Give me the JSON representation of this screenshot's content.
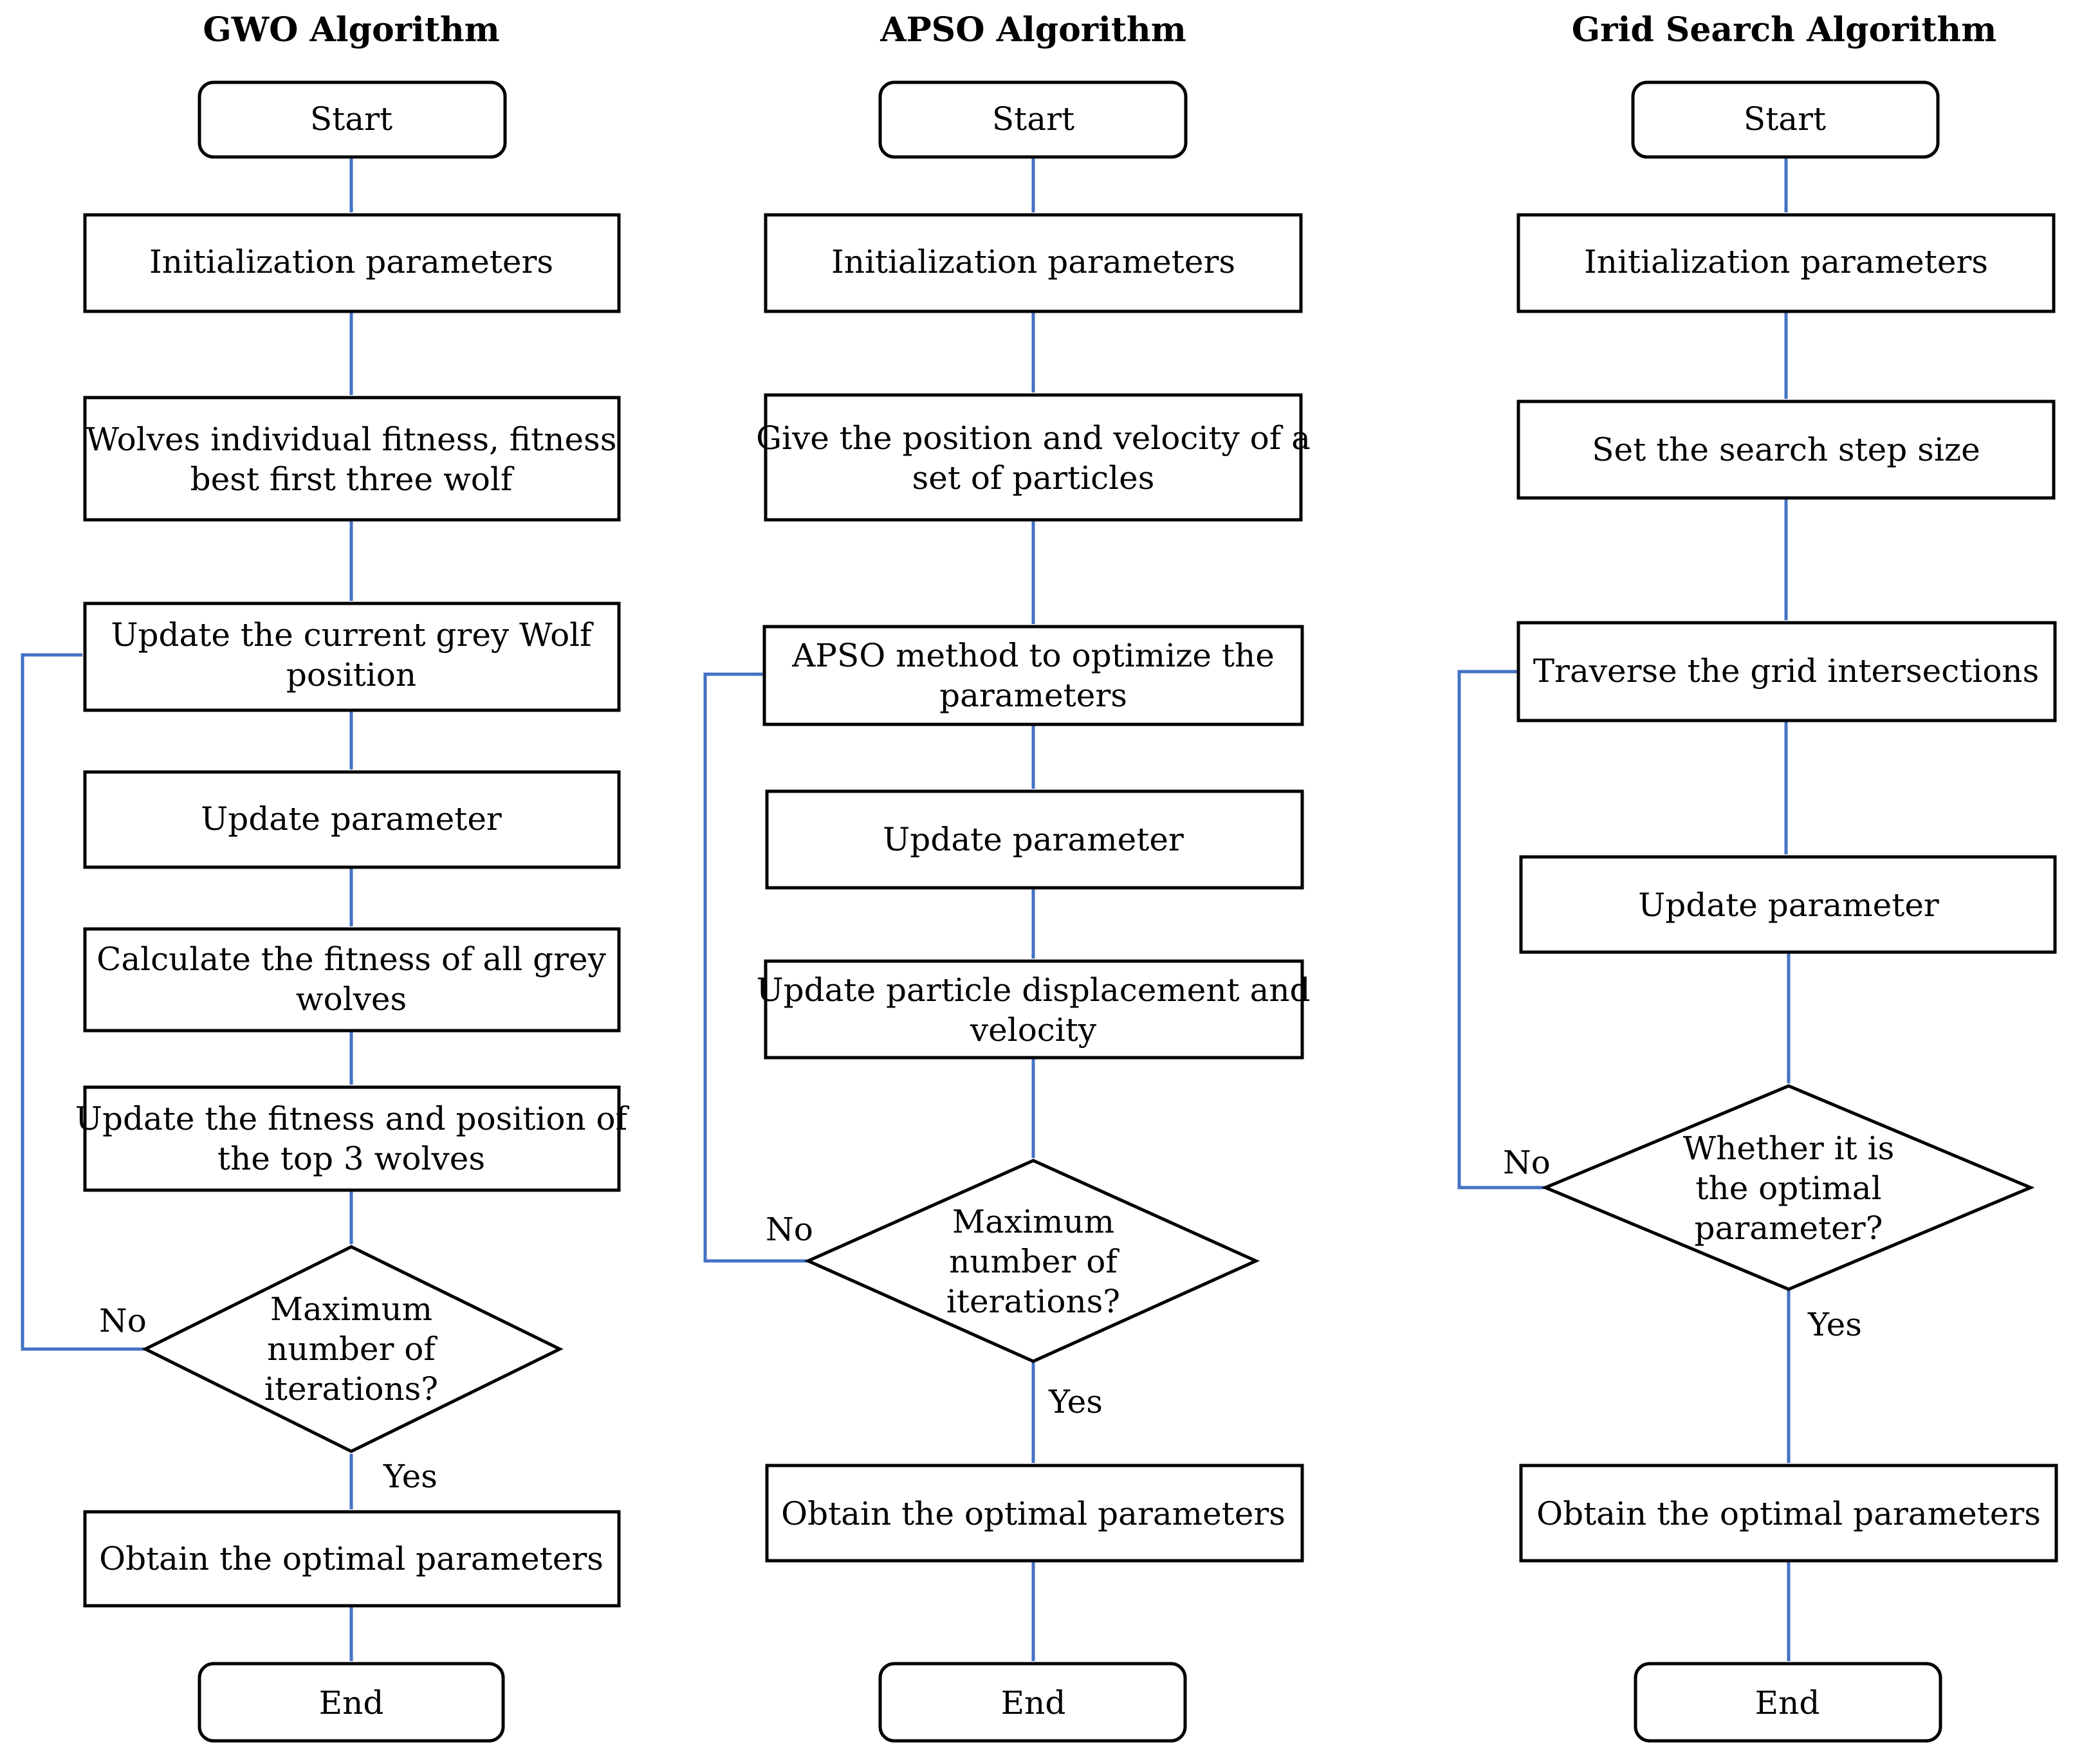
{
  "colors": {
    "arrow": "#4472C4",
    "stroke": "#000000",
    "background": "#ffffff"
  },
  "titles": {
    "gwo": "GWO Algorithm",
    "apso": "APSO Algorithm",
    "grid": "Grid Search Algorithm"
  },
  "gwo": {
    "start": "Start",
    "init": "Initialization parameters",
    "fitness": [
      "Wolves individual fitness, fitness",
      "best first three wolf"
    ],
    "update_position": [
      "Update the current grey Wolf",
      "position"
    ],
    "update_param": "Update parameter",
    "calc_fitness": [
      "Calculate the fitness of all grey",
      "wolves"
    ],
    "update_top3": [
      "Update the fitness and position of",
      "the top 3 wolves"
    ],
    "decision": [
      "Maximum",
      "number of",
      "iterations?"
    ],
    "no": "No",
    "yes": "Yes",
    "obtain": "Obtain the optimal parameters",
    "end": "End"
  },
  "apso": {
    "start": "Start",
    "init": "Initialization parameters",
    "give": [
      "Give the position and velocity of a",
      "set of particles"
    ],
    "method": [
      "APSO method to optimize the",
      "parameters"
    ],
    "update_param": "Update parameter",
    "update_particle": [
      "Update particle displacement and",
      "velocity"
    ],
    "decision": [
      "Maximum",
      "number of",
      "iterations?"
    ],
    "no": "No",
    "yes": "Yes",
    "obtain": "Obtain the optimal parameters",
    "end": "End"
  },
  "grid": {
    "start": "Start",
    "init": "Initialization parameters",
    "step": "Set the search step size",
    "traverse": "Traverse the grid intersections",
    "update_param": "Update parameter",
    "decision": [
      "Whether it is",
      "the optimal",
      "parameter?"
    ],
    "no": "No",
    "yes": "Yes",
    "obtain": "Obtain the optimal parameters",
    "end": "End"
  }
}
